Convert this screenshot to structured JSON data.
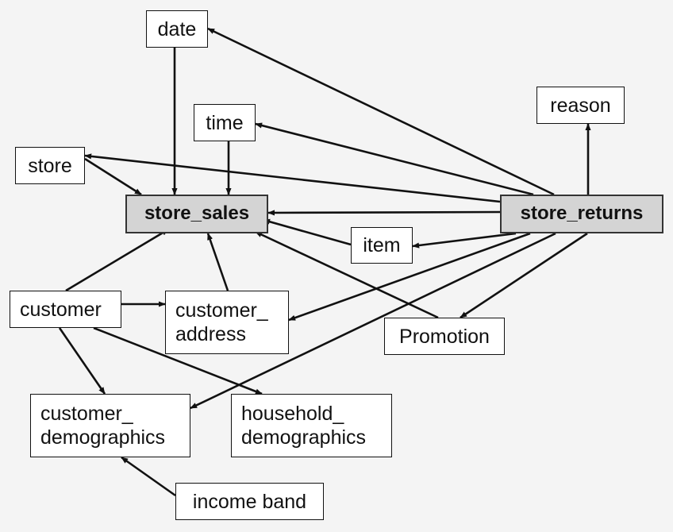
{
  "nodes": [
    {
      "id": "date",
      "label": "date"
    },
    {
      "id": "time",
      "label": "time"
    },
    {
      "id": "reason",
      "label": "reason"
    },
    {
      "id": "store",
      "label": "store"
    },
    {
      "id": "store_sales",
      "label": "store_sales",
      "fact": true
    },
    {
      "id": "store_returns",
      "label": "store_returns",
      "fact": true
    },
    {
      "id": "item",
      "label": "item"
    },
    {
      "id": "customer",
      "label": "customer"
    },
    {
      "id": "customer_address",
      "label": "customer_\naddress"
    },
    {
      "id": "promotion",
      "label": "Promotion"
    },
    {
      "id": "customer_demographics",
      "label": "customer_\ndemographics"
    },
    {
      "id": "household_demographics",
      "label": "household_\ndemographics"
    },
    {
      "id": "income_band",
      "label": "income band"
    }
  ],
  "edges": [
    {
      "from": "date",
      "to": "store_sales"
    },
    {
      "from": "time",
      "to": "store_sales"
    },
    {
      "from": "store",
      "to": "store_sales"
    },
    {
      "from": "customer",
      "to": "store_sales"
    },
    {
      "from": "customer_address",
      "to": "store_sales"
    },
    {
      "from": "item",
      "to": "store_sales"
    },
    {
      "from": "promotion",
      "to": "store_sales"
    },
    {
      "from": "store_returns",
      "to": "store_sales"
    },
    {
      "from": "store_returns",
      "to": "date"
    },
    {
      "from": "store_returns",
      "to": "time"
    },
    {
      "from": "store_returns",
      "to": "store"
    },
    {
      "from": "store_returns",
      "to": "reason"
    },
    {
      "from": "store_returns",
      "to": "item"
    },
    {
      "from": "store_returns",
      "to": "customer_address"
    },
    {
      "from": "store_returns",
      "to": "promotion"
    },
    {
      "from": "store_returns",
      "to": "customer_demographics"
    },
    {
      "from": "customer",
      "to": "customer_address"
    },
    {
      "from": "customer",
      "to": "customer_demographics"
    },
    {
      "from": "customer",
      "to": "household_demographics"
    },
    {
      "from": "income_band",
      "to": "customer_demographics"
    }
  ],
  "colors": {
    "background": "#f4f4f4",
    "node_fill": "#ffffff",
    "fact_fill": "#d4d4d4",
    "stroke": "#111111"
  }
}
